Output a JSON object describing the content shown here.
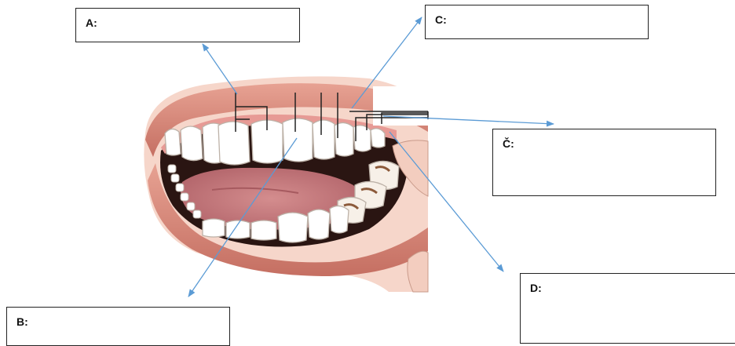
{
  "labels": {
    "a": "A:",
    "b": "B:",
    "c": "C:",
    "cc": "Č:",
    "d": "D:"
  },
  "colors": {
    "arrow": "#5b9bd5",
    "bracket": "#222222",
    "lips": "#d9877a",
    "lip_shade": "#b85f55",
    "skin": "#f1c4b6",
    "gums": "#e79a95",
    "mouth_dark": "#2a1512",
    "tongue": "#c97a7c",
    "tooth": "#ffffff",
    "tooth_edge": "#bdb2a8",
    "molar_filling": "#8c5a3a"
  }
}
